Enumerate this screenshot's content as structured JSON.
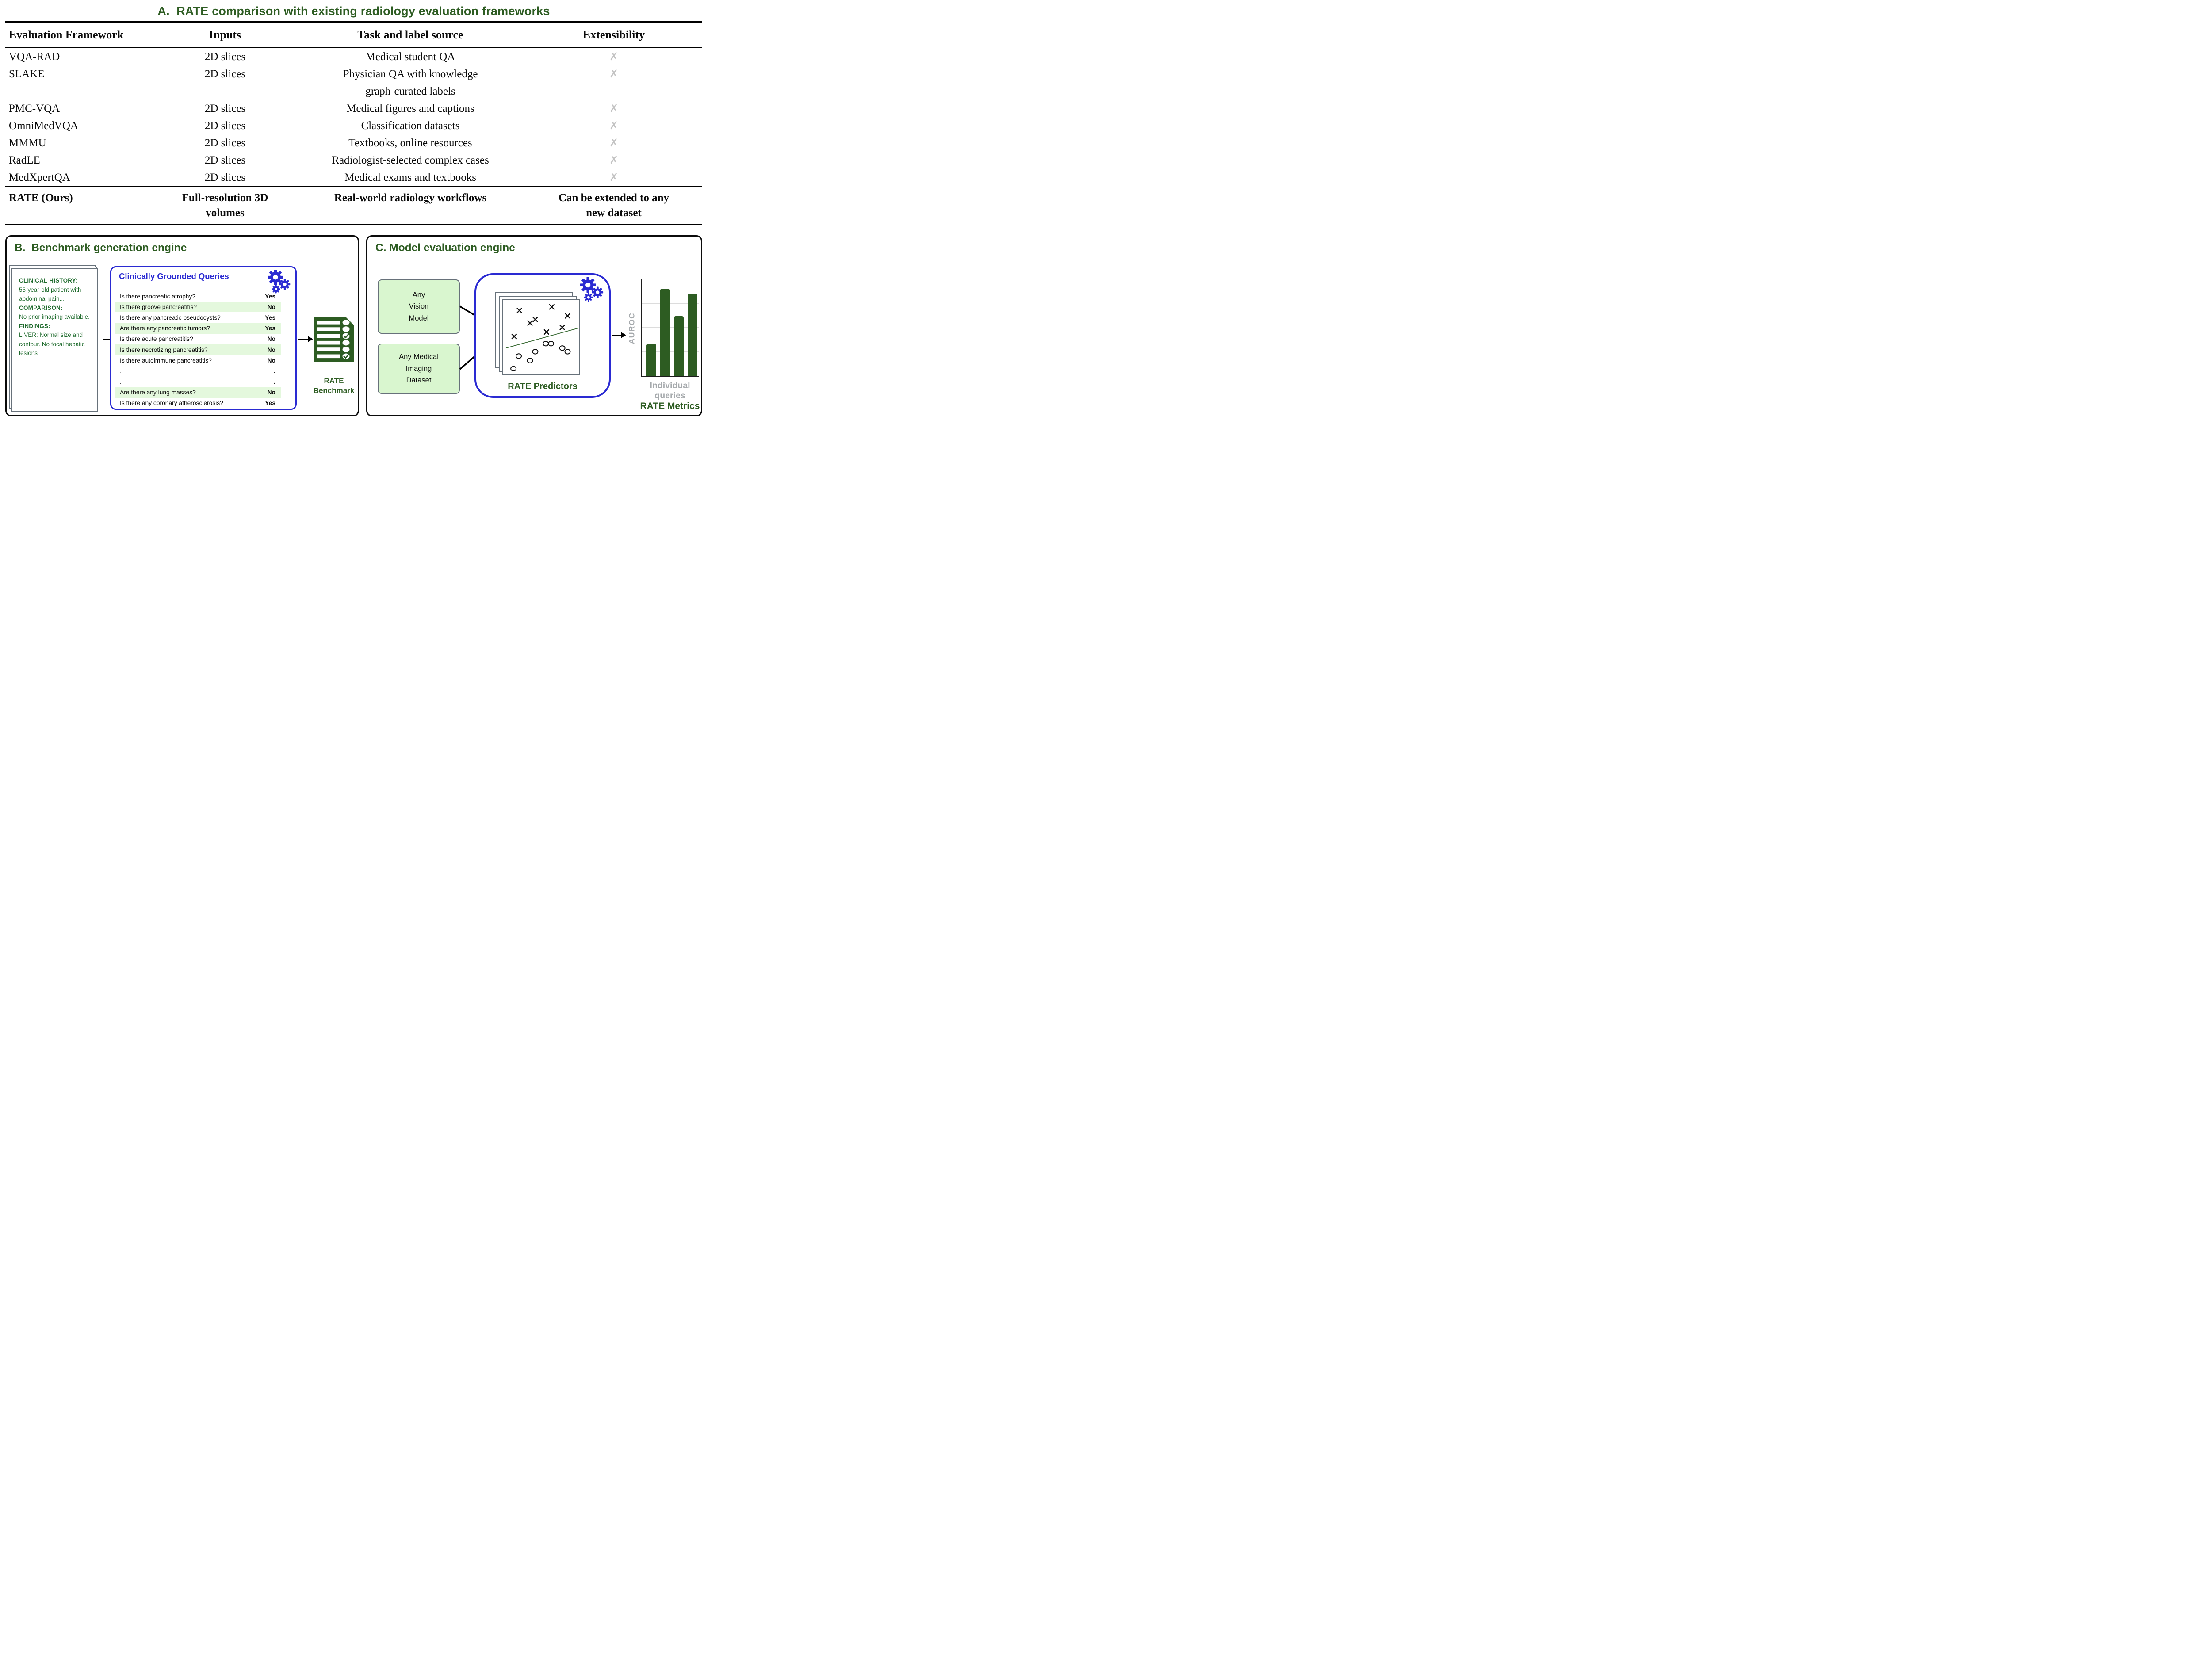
{
  "colors": {
    "accent_green": "#2d5c22",
    "body_green": "#1f6b2d",
    "accent_blue": "#2a2ad2",
    "row_highlight_green": "#e4f8dd",
    "box_fill_green": "#d9f6cf",
    "muted_gray": "#a6aaad",
    "x_mark_gray": "#c3c3c3"
  },
  "panel_a": {
    "title": "A.  RATE comparison with existing radiology evaluation frameworks",
    "headers": [
      "Evaluation Framework",
      "Inputs",
      "Task and label source",
      "Extensibility"
    ],
    "rows": [
      {
        "framework": "VQA-RAD",
        "inputs": "2D slices",
        "task": "Medical student QA",
        "extensibility": "✗"
      },
      {
        "framework": "SLAKE",
        "inputs": "2D slices",
        "task": "Physician QA with knowledge\ngraph-curated labels",
        "extensibility": "✗"
      },
      {
        "framework": "PMC-VQA",
        "inputs": "2D slices",
        "task": "Medical figures and captions",
        "extensibility": "✗"
      },
      {
        "framework": "OmniMedVQA",
        "inputs": "2D slices",
        "task": "Classification datasets",
        "extensibility": "✗"
      },
      {
        "framework": "MMMU",
        "inputs": "2D slices",
        "task": "Textbooks, online resources",
        "extensibility": "✗"
      },
      {
        "framework": "RadLE",
        "inputs": "2D slices",
        "task": "Radiologist-selected complex cases",
        "extensibility": "✗"
      },
      {
        "framework": "MedXpertQA",
        "inputs": "2D slices",
        "task": "Medical exams and textbooks",
        "extensibility": "✗"
      }
    ],
    "rate_row": {
      "framework": "RATE (Ours)",
      "inputs": "Full-resolution 3D\nvolumes",
      "task": "Real-world radiology workflows",
      "extensibility": "Can be extended to any\nnew dataset"
    }
  },
  "panel_b": {
    "title": "B.  Benchmark generation engine",
    "report": {
      "sections": [
        {
          "heading": "CLINICAL HISTORY:",
          "body": "55-year-old patient with abdominal pain..."
        },
        {
          "heading": "COMPARISON:",
          "body": "No prior imaging available."
        },
        {
          "heading": "FINDINGS:",
          "body": "LIVER: Normal size and contour. No focal hepatic lesions"
        }
      ]
    },
    "queries": {
      "title": "Clinically Grounded Queries",
      "rows": [
        {
          "q": "Is there pancreatic atrophy?",
          "a": "Yes",
          "highlight": false
        },
        {
          "q": "Is there groove pancreatitis?",
          "a": "No",
          "highlight": true
        },
        {
          "q": "Is there any pancreatic pseudocysts?",
          "a": "Yes",
          "highlight": false
        },
        {
          "q": "Are there any pancreatic tumors?",
          "a": "Yes",
          "highlight": true
        },
        {
          "q": "Is there acute pancreatitis?",
          "a": "No",
          "highlight": false
        },
        {
          "q": "Is there necrotizing pancreatitis?",
          "a": "No",
          "highlight": true
        },
        {
          "q": "Is there autoimmune pancreatitis?",
          "a": "No",
          "highlight": false
        },
        {
          "q": ".",
          "a": ".",
          "highlight": false
        },
        {
          "q": ".",
          "a": ".",
          "highlight": false
        },
        {
          "q": "Are there any lung masses?",
          "a": "No",
          "highlight": true
        },
        {
          "q": "Is there any coronary atherosclerosis?",
          "a": "Yes",
          "highlight": false
        }
      ]
    },
    "benchmark_label": "RATE\nBenchmark"
  },
  "panel_c": {
    "title": "C. Model evaluation engine",
    "vision_box": "Any\nVision\nModel",
    "dataset_box": "Any Medical\nImaging\nDataset",
    "predictors_label": "RATE Predictors",
    "chart_ylabel": "AUROC",
    "chart_xlabel": "Individual\nqueries",
    "metrics_label": "RATE Metrics"
  },
  "chart_data": [
    {
      "type": "bar",
      "title": "",
      "xlabel": "Individual queries",
      "ylabel": "AUROC",
      "values": [
        0.33,
        0.9,
        0.62,
        0.85
      ],
      "ylim": [
        0,
        1
      ],
      "gridlines": [
        0.25,
        0.5,
        0.75,
        1.0
      ],
      "bar_color": "#2d5c22",
      "tick_labels": "none",
      "legend": "none"
    },
    {
      "type": "scatter",
      "title": "RATE Predictors decision plot",
      "x_range": [
        0,
        100
      ],
      "y_range": [
        0,
        82
      ],
      "y_axis_direction": "down",
      "series": [
        {
          "name": "x-markers",
          "marker": "x",
          "points": [
            [
              21,
              11
            ],
            [
              64,
              7
            ],
            [
              85,
              17
            ],
            [
              42,
              21
            ],
            [
              35,
              25
            ],
            [
              78,
              30
            ],
            [
              57,
              35
            ],
            [
              14,
              40
            ]
          ]
        },
        {
          "name": "o-markers",
          "marker": "o",
          "points": [
            [
              56,
              48
            ],
            [
              63,
              48
            ],
            [
              78,
              53
            ],
            [
              85,
              57
            ],
            [
              42,
              57
            ],
            [
              20,
              62
            ],
            [
              35,
              67
            ],
            [
              13,
              76
            ]
          ]
        }
      ],
      "trend_line": {
        "from": [
          3,
          53
        ],
        "to": [
          98,
          31
        ],
        "color": "#3a6b35"
      }
    }
  ],
  "icons": {
    "queries_gears": "gears-icon",
    "predictors_gears": "gears-icon",
    "benchmark": "checklist-document-icon"
  }
}
